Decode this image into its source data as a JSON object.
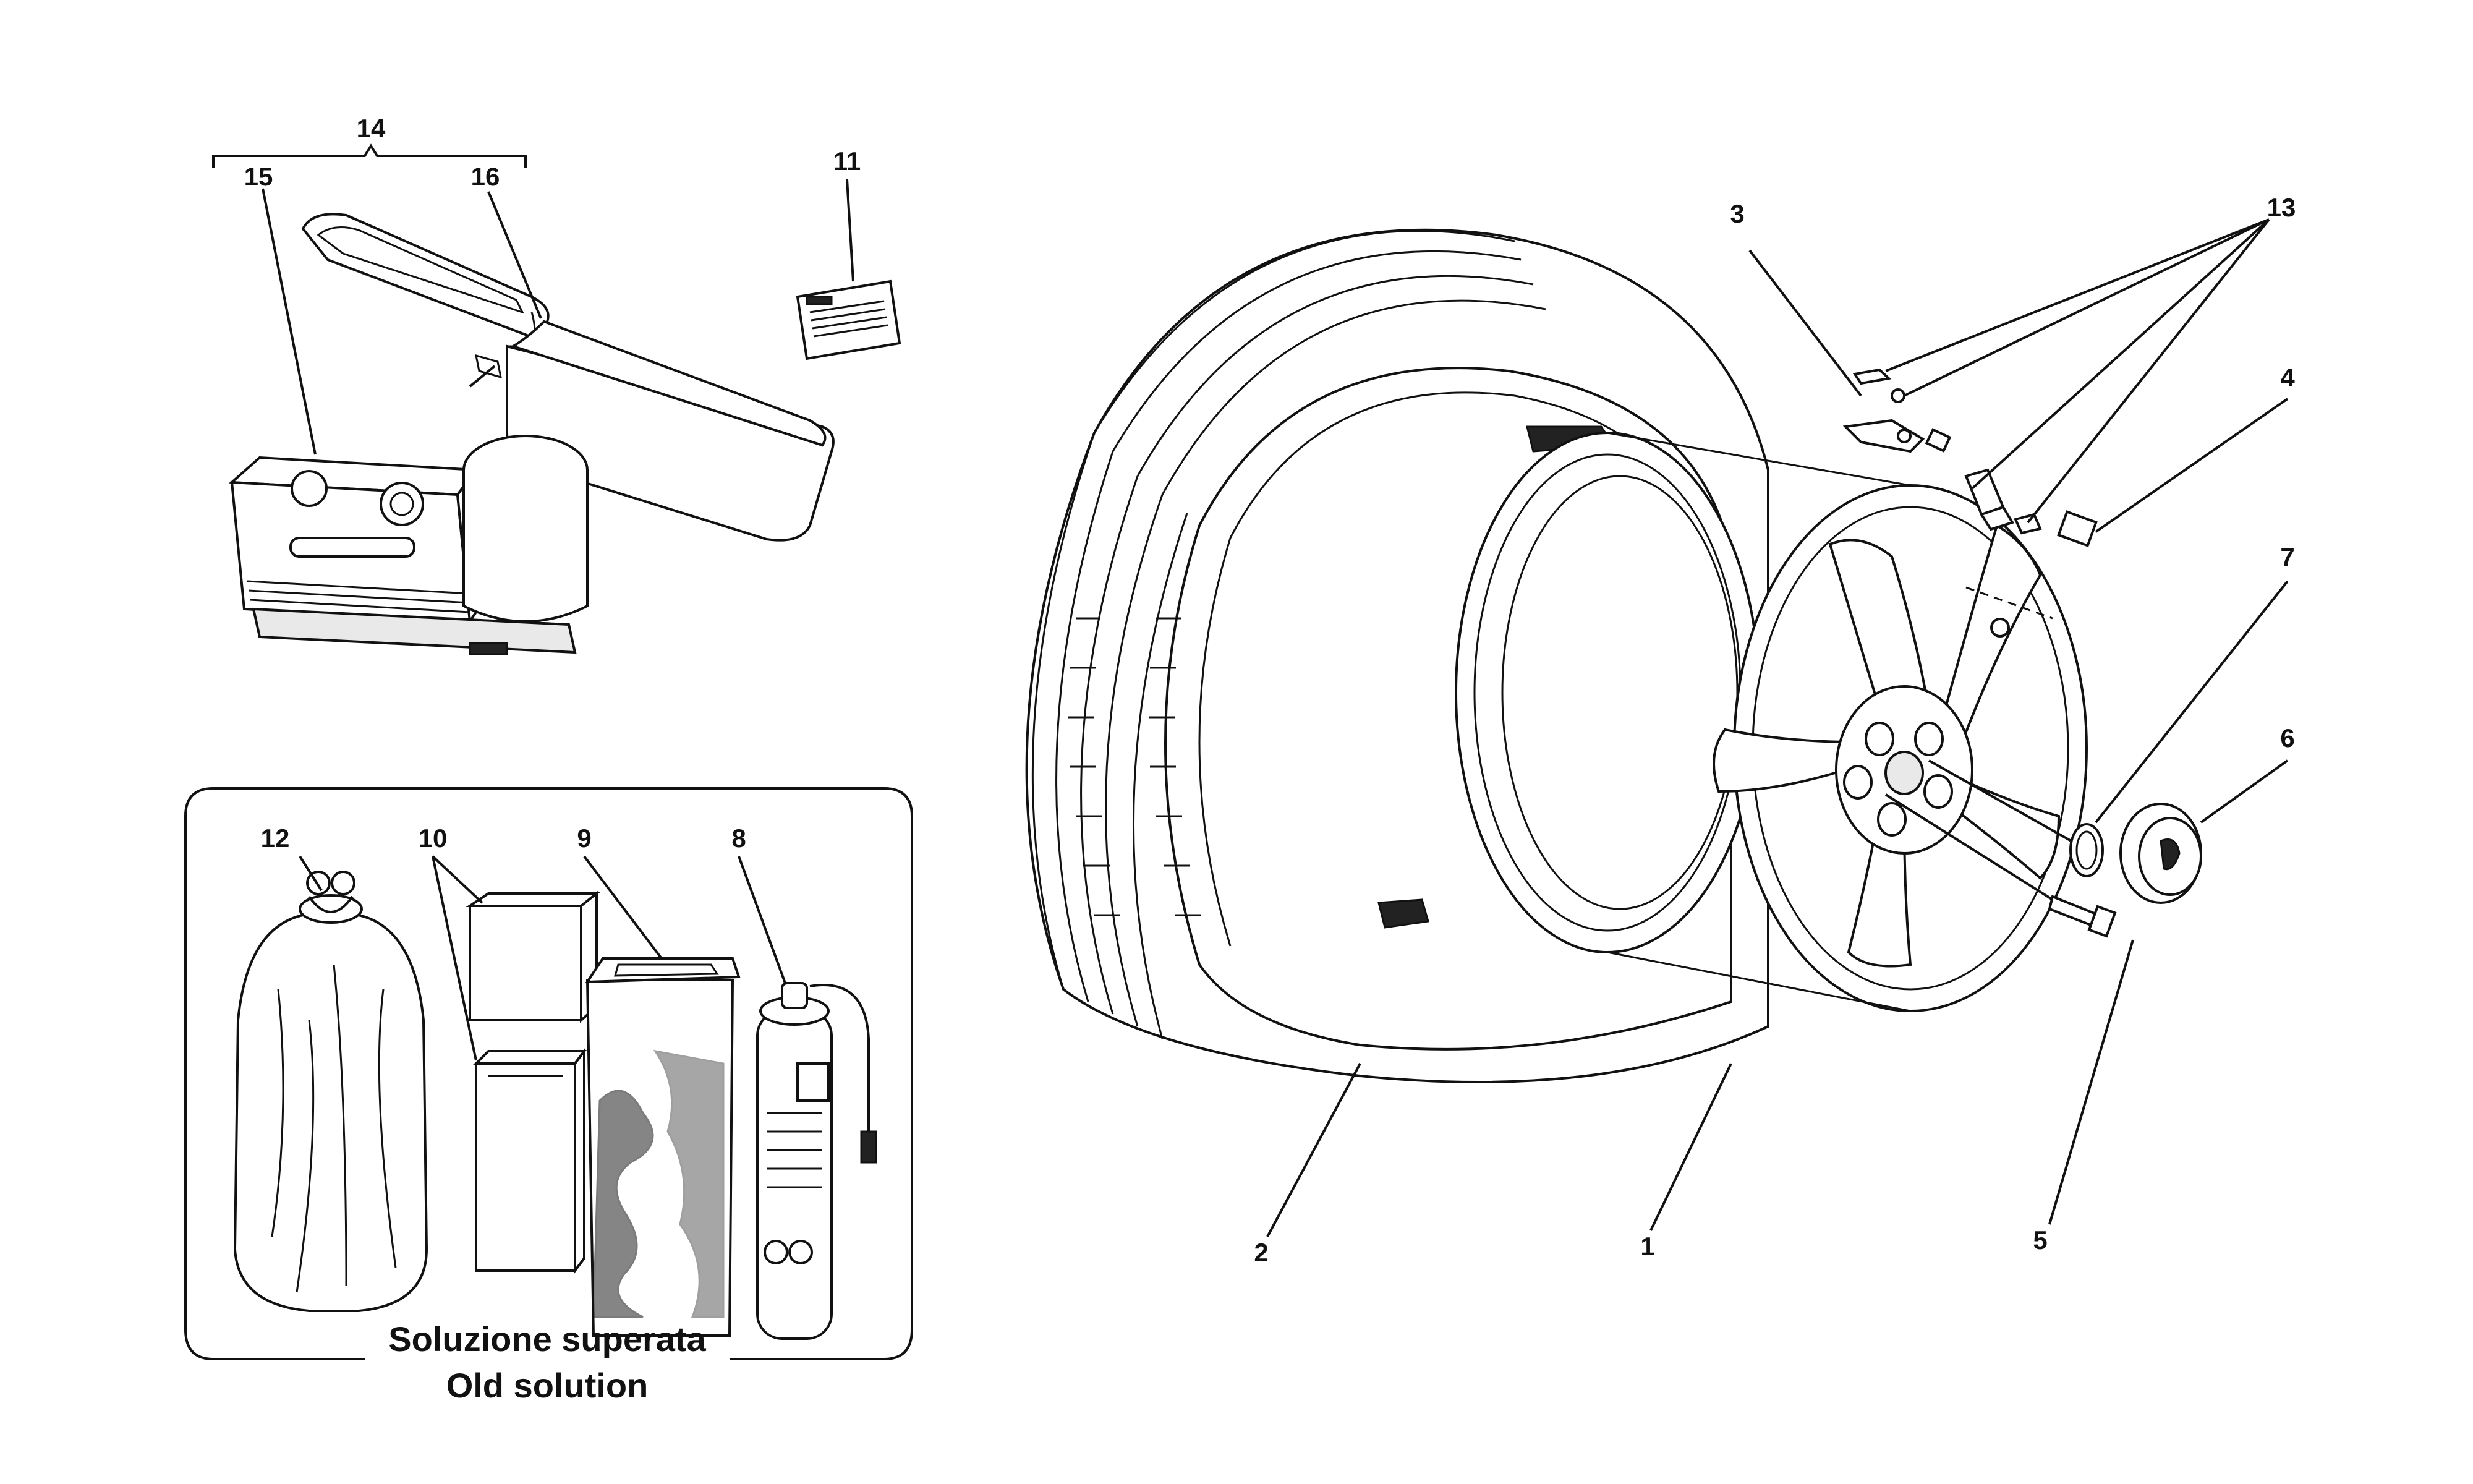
{
  "labels": {
    "p1": "1",
    "p2": "2",
    "p3": "3",
    "p4": "4",
    "p5": "5",
    "p6": "6",
    "p7": "7",
    "p8": "8",
    "p9": "9",
    "p10": "10",
    "p11": "11",
    "p12": "12",
    "p13": "13",
    "p14": "14",
    "p15": "15",
    "p16": "16"
  },
  "inset_caption": {
    "line1": "Soluzione superata",
    "line2": "Old solution"
  }
}
